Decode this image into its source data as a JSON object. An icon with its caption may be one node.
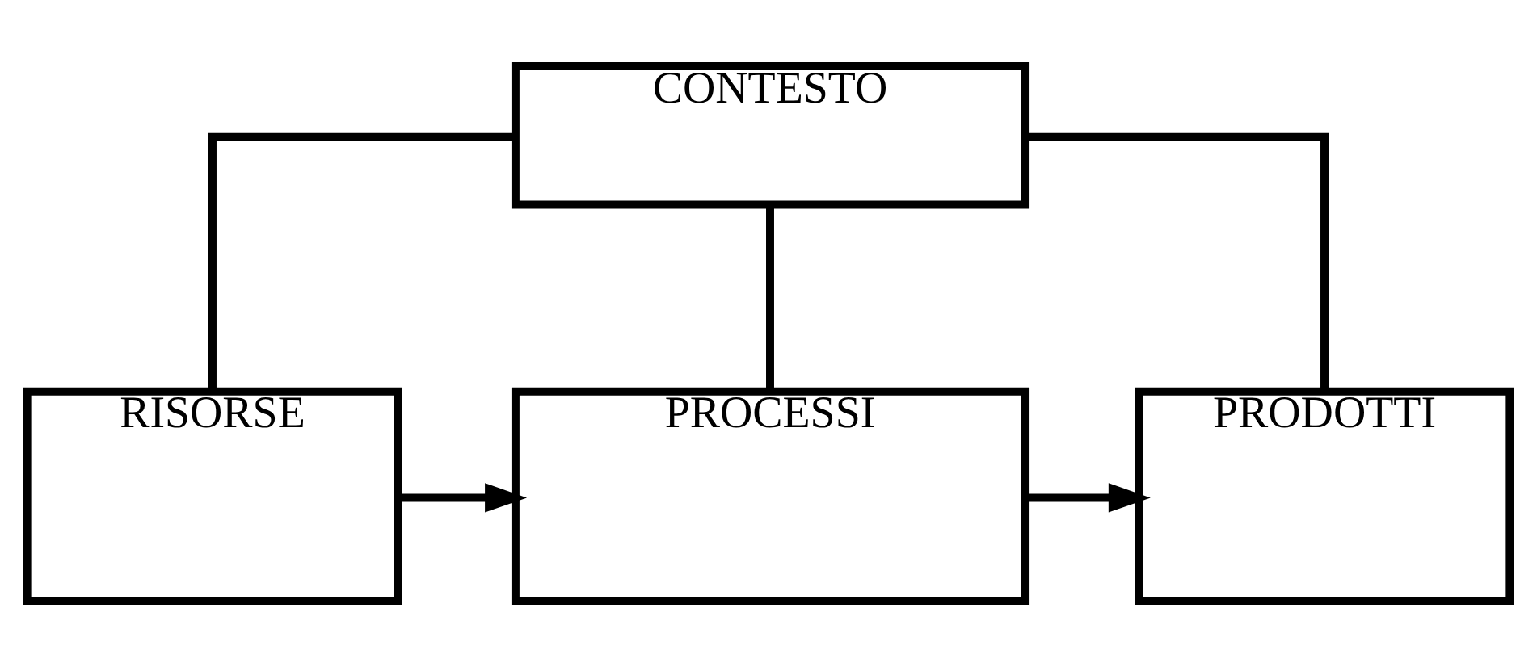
{
  "diagram": {
    "nodes": [
      {
        "text": [
          "CONTESTO"
        ]
      },
      {
        "text": [
          "RISORSE"
        ]
      },
      {
        "text": [
          "PROCESSI"
        ]
      },
      {
        "text": [
          "PRODOTTI"
        ]
      }
    ],
    "edges": [
      {
        "from": 0,
        "to": 1,
        "arrow": "none"
      },
      {
        "from": 0,
        "to": 2,
        "arrow": "none"
      },
      {
        "from": 0,
        "to": 3,
        "arrow": "none"
      },
      {
        "from": 1,
        "to": 2,
        "arrow": "to"
      },
      {
        "from": 2,
        "to": 3,
        "arrow": "to"
      }
    ]
  }
}
